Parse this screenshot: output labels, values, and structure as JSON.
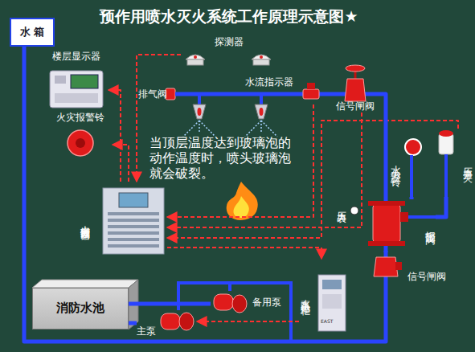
{
  "diagram": {
    "title": "预作用喷水灭火系统工作原理示意图★",
    "nodes": [
      {
        "text": [
          "水 箱"
        ]
      },
      {
        "text": [
          "楼层显示器"
        ]
      },
      {
        "text": [
          "火灾报警铃"
        ]
      },
      {
        "text": [
          "探测器"
        ]
      },
      {
        "text": [
          "排气阀"
        ]
      },
      {
        "text": [
          "水流指示器"
        ]
      },
      {
        "text": [
          "信号闸阀"
        ]
      },
      {
        "text": [
          "水力警铃"
        ]
      },
      {
        "text": [
          "压力开关"
        ]
      },
      {
        "text": [
          "火灾报警控制器"
        ]
      },
      {
        "text": [
          "压力表"
        ]
      },
      {
        "text": [
          "报警阀"
        ]
      },
      {
        "text": [
          "信号闸阀"
        ]
      },
      {
        "text": [
          "消防水池"
        ]
      },
      {
        "text": [
          "水泵电控柜"
        ]
      },
      {
        "text": [
          "备用泵"
        ]
      },
      {
        "text": [
          "主泵"
        ]
      }
    ],
    "edges": [
      {
        "from": 9,
        "to": 1,
        "arrow": "to"
      },
      {
        "from": 9,
        "to": 2,
        "arrow": "to"
      },
      {
        "from": 3,
        "to": 9,
        "arrow": "to"
      },
      {
        "from": 5,
        "to": 9,
        "arrow": "to"
      },
      {
        "from": 8,
        "to": 9,
        "arrow": "to"
      },
      {
        "from": 6,
        "to": 9,
        "arrow": "to"
      },
      {
        "from": 9,
        "to": 14,
        "arrow": "to"
      },
      {
        "from": 14,
        "to": 16,
        "arrow": "to"
      },
      {
        "from": 4,
        "to": 5,
        "arrow": "none"
      },
      {
        "from": 5,
        "to": 6,
        "arrow": "none"
      },
      {
        "from": 6,
        "to": 11,
        "arrow": "none"
      },
      {
        "from": 11,
        "to": 7,
        "arrow": "none"
      },
      {
        "from": 11,
        "to": 8,
        "arrow": "none"
      },
      {
        "from": 11,
        "to": 12,
        "arrow": "none"
      },
      {
        "from": 0,
        "to": 12,
        "arrow": "none"
      },
      {
        "from": 13,
        "to": 15,
        "arrow": "none"
      },
      {
        "from": 13,
        "to": 16,
        "arrow": "none"
      }
    ],
    "labels": [
      "当顶层温度达到玻璃泡的动作温度时，喷头玻璃泡就会破裂。",
      "EAST"
    ]
  }
}
